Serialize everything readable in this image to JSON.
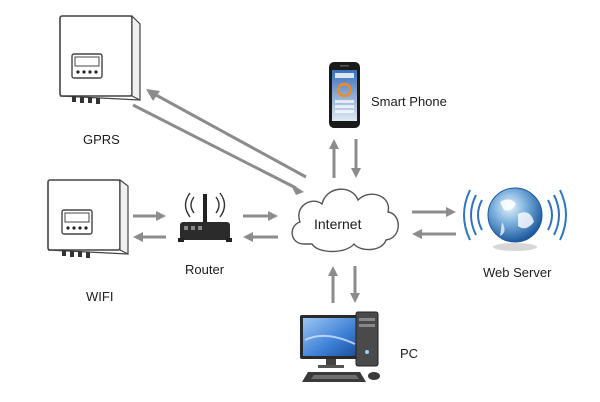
{
  "nodes": {
    "gprs": "GPRS",
    "wifi": "WIFI",
    "router": "Router",
    "internet": "Internet",
    "smart_phone": "Smart Phone",
    "web_server": "Web Server",
    "pc": "PC"
  },
  "connections": [
    {
      "from": "gprs",
      "to": "internet",
      "direction": "bidirectional"
    },
    {
      "from": "wifi",
      "to": "router",
      "direction": "bidirectional"
    },
    {
      "from": "router",
      "to": "internet",
      "direction": "bidirectional"
    },
    {
      "from": "internet",
      "to": "smart_phone",
      "direction": "bidirectional"
    },
    {
      "from": "internet",
      "to": "web_server",
      "direction": "bidirectional"
    },
    {
      "from": "internet",
      "to": "pc",
      "direction": "bidirectional"
    }
  ],
  "colors": {
    "arrow": "#8c8c8c",
    "device_outline": "#444444",
    "globe_blue": "#2f74c0",
    "screen_blue": "#3d7fd6"
  }
}
